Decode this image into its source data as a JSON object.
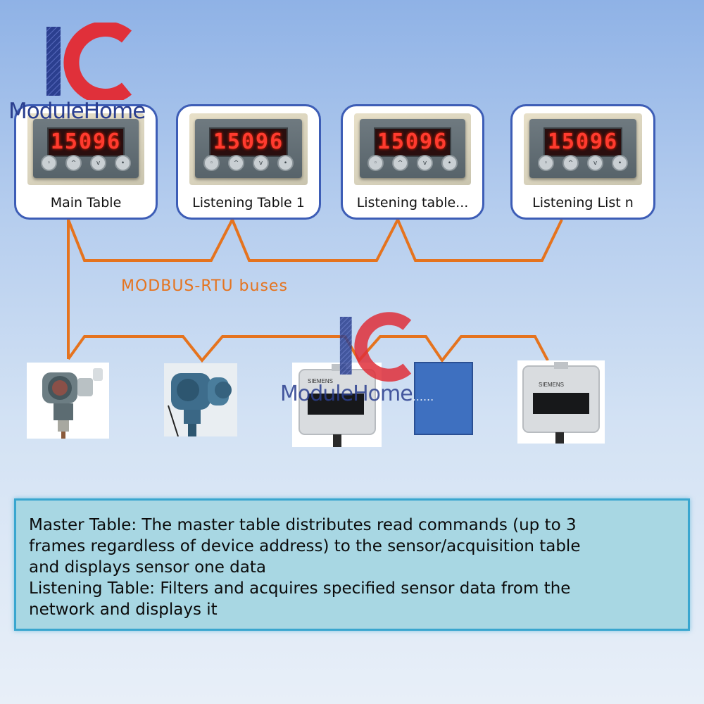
{
  "logo": {
    "mark": "IC",
    "text": "ModuleHome"
  },
  "watermark": {
    "mark": "IC",
    "text": "ModuleHome",
    "dots": "......"
  },
  "meters": [
    {
      "reading": "15096",
      "label": "Main Table"
    },
    {
      "reading": "15096",
      "label": "Listening Table 1"
    },
    {
      "reading": "15096",
      "label": "Listening table..."
    },
    {
      "reading": "15096",
      "label": "Listening List n"
    }
  ],
  "bus_label": "MODBUS-RTU buses",
  "devices": [
    {
      "name": "pressure-transmitter-icon"
    },
    {
      "name": "blue-pressure-transmitter-icon"
    },
    {
      "name": "siemens-sensor-icon",
      "brand": "SIEMENS"
    },
    {
      "name": "generic-device-box"
    },
    {
      "name": "siemens-sensor-icon",
      "brand": "SIEMENS"
    }
  ],
  "info": {
    "lines": [
      "Master Table: The master table distributes read commands (up to 3",
      "frames regardless of device address) to the sensor/acquisition table",
      "and displays sensor one data",
      "Listening Table: Filters and acquires specified sensor data from the",
      "network and displays it"
    ]
  },
  "colors": {
    "bus": "#e5731e",
    "card_border": "#3d5db6",
    "logo_blue": "#2b3f8f",
    "logo_red": "#e0303a",
    "info_bg": "#a8d7e3"
  }
}
